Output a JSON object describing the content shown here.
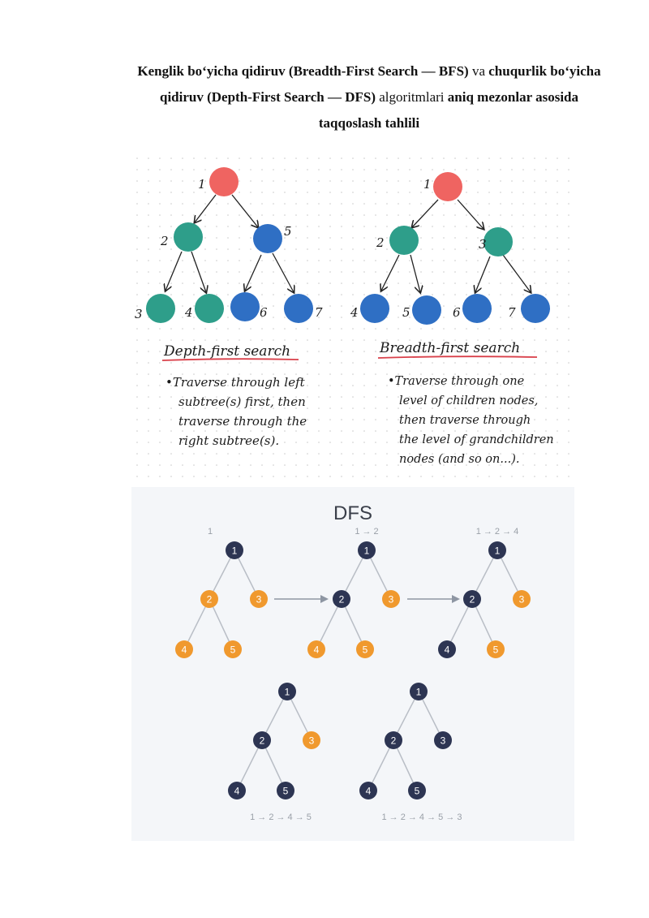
{
  "heading": {
    "part1": "Kenglik bo‘yicha qidiruv (Breadth-First Search — BFS)",
    "part2": " va ",
    "part3": "chuqurlik bo‘yicha qidiruv (Depth-First Search — DFS)",
    "part4": " algoritmlari ",
    "part5": "aniq mezonlar asosida taqqoslash tahlili"
  },
  "sketch": {
    "dfs": {
      "title": "Depth-first search",
      "node_labels": [
        "1",
        "2",
        "5",
        "3",
        "4",
        "6",
        "7"
      ],
      "notes": [
        "•Traverse through left",
        "subtree(s) first, then",
        "traverse through the",
        "right subtree(s)."
      ]
    },
    "bfs": {
      "title": "Breadth-first search",
      "node_labels": [
        "1",
        "2",
        "3",
        "4",
        "5",
        "6",
        "7"
      ],
      "notes": [
        "•Traverse through one",
        "level of children nodes,",
        "then traverse through",
        "the level of grandchildren",
        "nodes (and so on...)."
      ]
    },
    "colors": {
      "root": "#ef6461",
      "teal": "#2e9e8a",
      "blue": "#2f6fc4"
    }
  },
  "dfs_diagram": {
    "title": "DFS",
    "nodes": [
      "1",
      "2",
      "3",
      "4",
      "5"
    ],
    "steps": [
      {
        "caption": "1",
        "visited": [
          "1"
        ]
      },
      {
        "caption": "1 → 2",
        "visited": [
          "1",
          "2"
        ]
      },
      {
        "caption": "1 → 2 → 4",
        "visited": [
          "1",
          "2",
          "4"
        ]
      },
      {
        "caption": "1 → 2 → 4 → 5",
        "visited": [
          "1",
          "2",
          "4",
          "5"
        ]
      },
      {
        "caption": "1 → 2 → 4 → 5 → 3",
        "visited": [
          "1",
          "2",
          "4",
          "5",
          "3"
        ]
      }
    ],
    "colors": {
      "visited": "#2d3553",
      "pending": "#f0992e",
      "edge": "#b9bec6",
      "arrow": "#8e96a3",
      "caption": "#9aa0a8",
      "background": "#f4f6f9"
    }
  }
}
